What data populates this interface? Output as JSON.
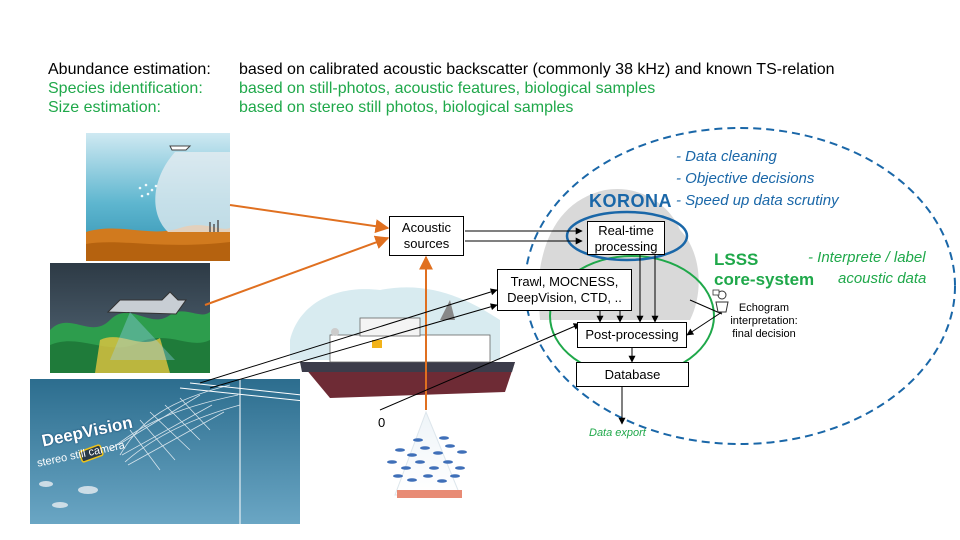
{
  "header": [
    {
      "label": "Abundance estimation:",
      "text": "based on calibrated acoustic backscatter (commonly 38 kHz) and known TS-relation",
      "color": "#000000"
    },
    {
      "label": "Species identification:",
      "text": "based on still-photos, acoustic features, biological samples",
      "color": "#1fa84a"
    },
    {
      "label": "Size estimation:",
      "text": "based on stereo still photos, biological samples",
      "color": "#1fa84a"
    }
  ],
  "boxes": {
    "acoustic_sources": "Acoustic sources",
    "trawl": "Trawl, MOCNESS, DeepVision, CTD,  ..",
    "realtime": "Real-time processing",
    "postprocessing": "Post-processing",
    "database": "Database"
  },
  "korona": {
    "title": "KORONA",
    "bullets": [
      "- Data cleaning",
      "- Objective decisions",
      "- Speed up data scrutiny"
    ]
  },
  "lsss": {
    "title_line1": "LSSS",
    "title_line2": "core-system",
    "note_line1": "- Interprete / label",
    "note_line2": "acoustic data"
  },
  "echogram": {
    "line1": "Echogram",
    "line2": "interpretation:",
    "line3": "final decision"
  },
  "data_export": "Data export",
  "deepvision": {
    "title": "DeepVision",
    "subtitle": "stereo still camera"
  },
  "zero_label": "0",
  "colors": {
    "blue": "#1a67a8",
    "green": "#1fa84a",
    "orange": "#e07020",
    "grey_cloud": "#d9d9d9"
  },
  "icons": [
    "ship-icon",
    "trawl-net-icon",
    "fish-school-icon",
    "camera-icon",
    "person-icon"
  ]
}
